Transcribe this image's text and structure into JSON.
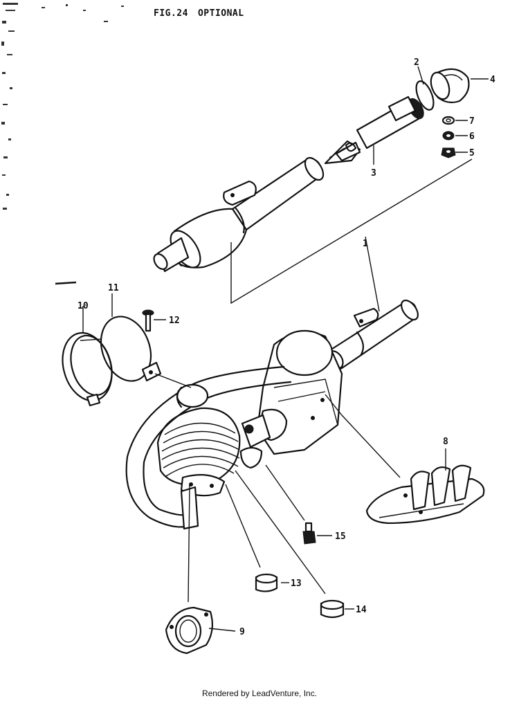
{
  "figure": {
    "number": "FIG.24",
    "caption": "OPTIONAL"
  },
  "footer": "Rendered by LeadVenture, Inc.",
  "callouts": {
    "c1": "1",
    "c2": "2",
    "c3": "3",
    "c4": "4",
    "c5": "5",
    "c6": "6",
    "c7": "7",
    "c8": "8",
    "c9": "9",
    "c10": "10",
    "c11": "11",
    "c12": "12",
    "c13": "13",
    "c14": "14",
    "c15": "15"
  }
}
